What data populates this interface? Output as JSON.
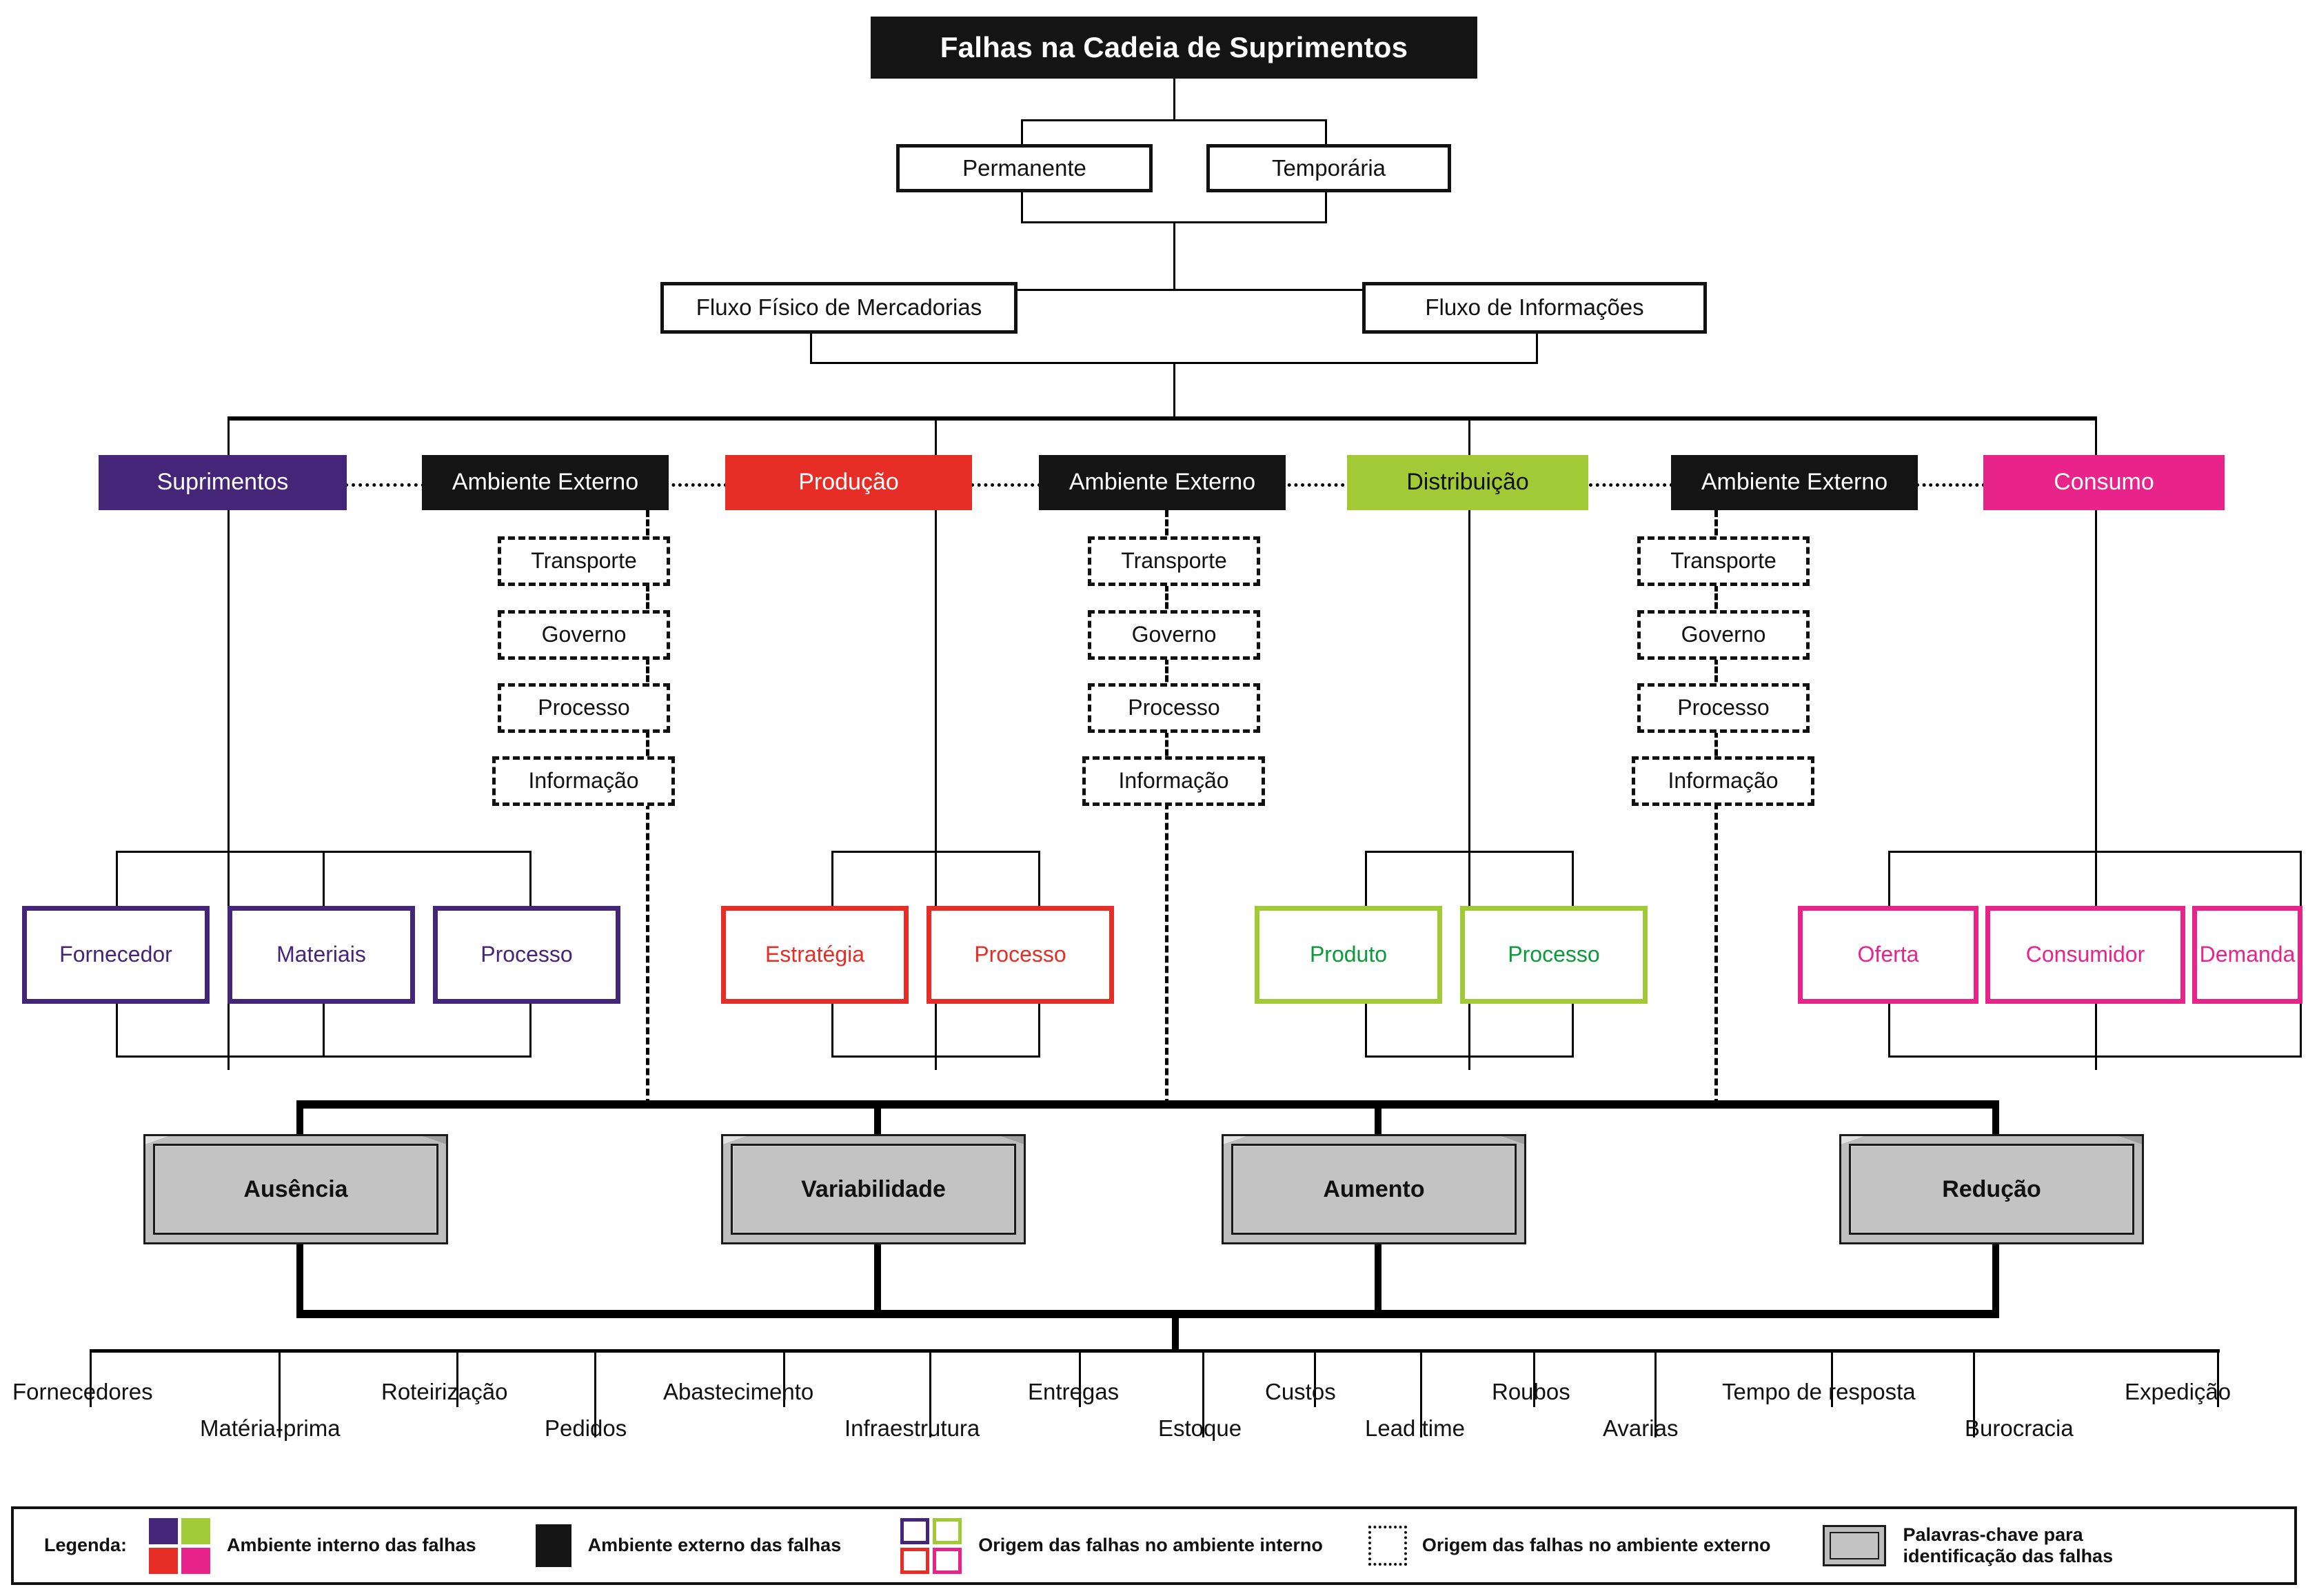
{
  "diagram": {
    "title": "Falhas na Cadeia de Suprimentos",
    "level2": [
      {
        "label": "Permanente"
      },
      {
        "label": "Temporária"
      }
    ],
    "level3": [
      {
        "label": "Fluxo Físico de Mercadorias"
      },
      {
        "label": "Fluxo de Informações"
      }
    ],
    "categories": [
      {
        "label": "Suprimentos",
        "color": "#452578",
        "text_color": "#ffffff"
      },
      {
        "label": "Produção",
        "color": "#e62d26",
        "text_color": "#ffffff"
      },
      {
        "label": "Distribuição",
        "color": "#a2c936",
        "text_color": "#111111"
      },
      {
        "label": "Consumo",
        "color": "#e8248a",
        "text_color": "#ffffff"
      }
    ],
    "external_label": "Ambiente Externo",
    "external_items": [
      "Transporte",
      "Governo",
      "Processo",
      "Informação"
    ],
    "origins": [
      {
        "group": "Suprimentos",
        "color": "#452578",
        "items": [
          "Fornecedor",
          "Materiais",
          "Processo"
        ]
      },
      {
        "group": "Produção",
        "color": "#e62d26",
        "items": [
          "Estratégia",
          "Processo"
        ]
      },
      {
        "group": "Distribuição",
        "color": "#a2c936",
        "text_color": "#0a9a3a",
        "items": [
          "Produto",
          "Processo"
        ]
      },
      {
        "group": "Consumo",
        "color": "#e8248a",
        "items": [
          "Oferta",
          "Consumidor",
          "Demanda"
        ]
      }
    ],
    "keywords": [
      "Ausência",
      "Variabilidade",
      "Aumento",
      "Redução"
    ],
    "failure_terms_top": [
      "Fornecedores",
      "Roteirização",
      "Abastecimento",
      "Entregas",
      "Custos",
      "Roubos",
      "Tempo de resposta",
      "Expedição"
    ],
    "failure_terms_bottom": [
      "Matéria-prima",
      "Pedidos",
      "Infraestrutura",
      "Estoque",
      "Lead time",
      "Avarias",
      "Burocracia"
    ]
  },
  "legend": {
    "title": "Legenda:",
    "entries": [
      {
        "id": "internal-env",
        "label": "Ambiente interno das falhas"
      },
      {
        "id": "external-env",
        "label": "Ambiente externo das falhas"
      },
      {
        "id": "origin-internal",
        "label": "Origem das falhas no ambiente interno"
      },
      {
        "id": "origin-external",
        "label": "Origem das falhas no ambiente externo"
      },
      {
        "id": "keywords",
        "label_line1": "Palavras-chave para",
        "label_line2": "identificação das falhas"
      }
    ],
    "swatch_colors": {
      "purple": "#452578",
      "green": "#a2c936",
      "red": "#e62d26",
      "pink": "#e8248a",
      "black": "#141414"
    }
  }
}
